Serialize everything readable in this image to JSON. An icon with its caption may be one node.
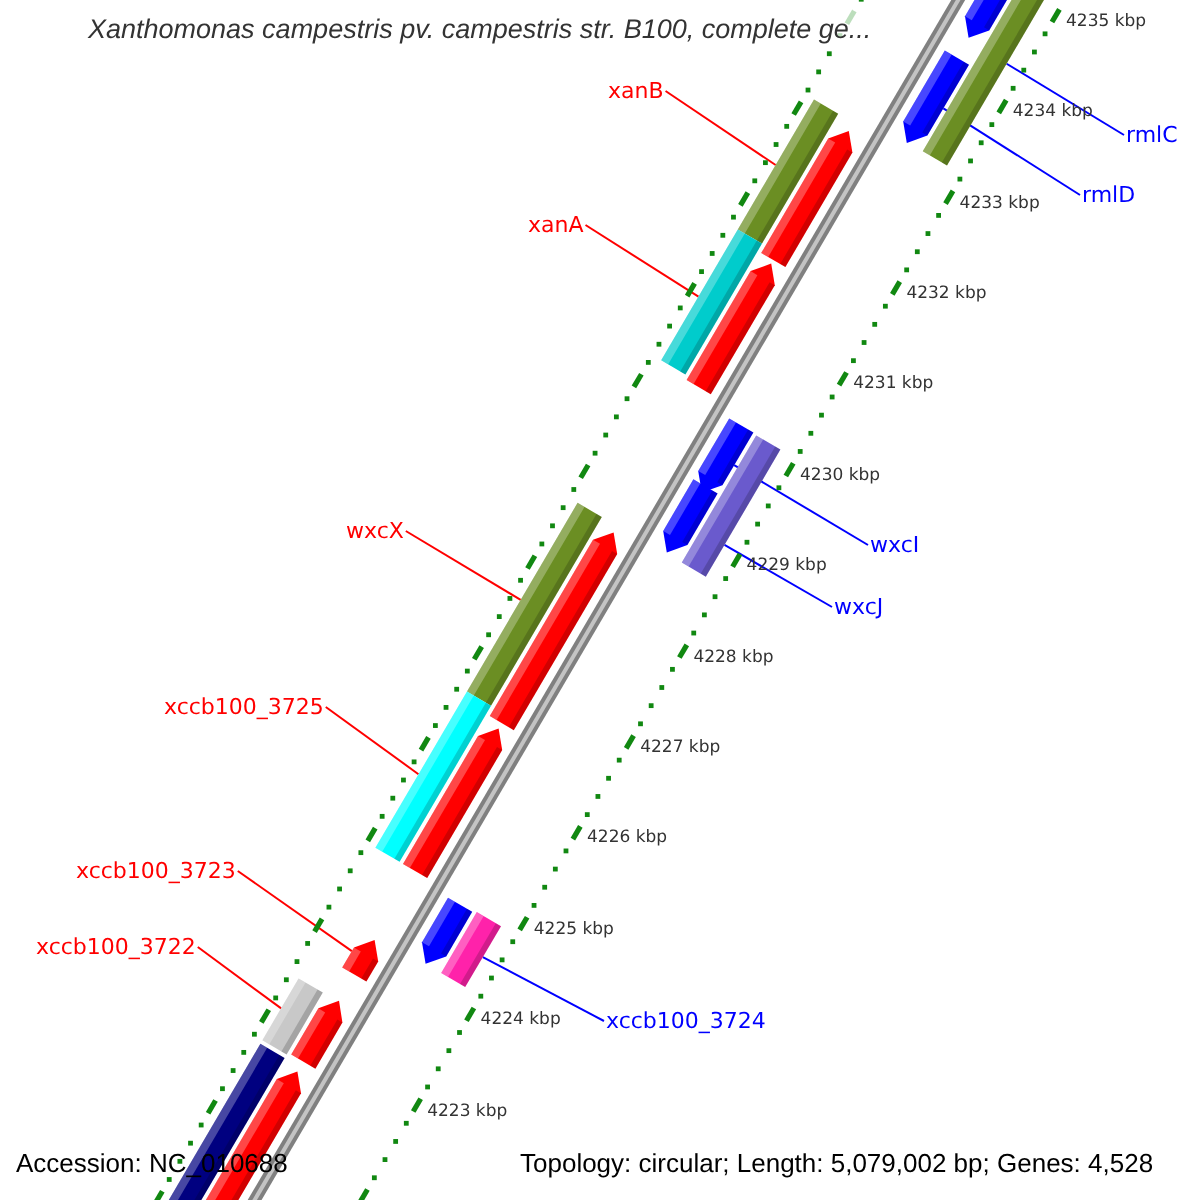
{
  "diagram": {
    "title": "Xanthomonas campestris pv. campestris str. B100, complete ge...",
    "nodes": [
      {
        "text": [
          "xanB"
        ]
      },
      {
        "text": [
          "rmlC"
        ]
      },
      {
        "text": [
          "rmlD"
        ]
      },
      {
        "text": [
          "xanA"
        ]
      },
      {
        "text": [
          "wxcX"
        ]
      },
      {
        "text": [
          "wxcI"
        ]
      },
      {
        "text": [
          "wxcJ"
        ]
      },
      {
        "text": [
          "xccb100_3725"
        ]
      },
      {
        "text": [
          "xccb100_3723"
        ]
      },
      {
        "text": [
          "xccb100_3722"
        ]
      },
      {
        "text": [
          "xccb100_3724"
        ]
      },
      {
        "text": [],
        "shape": "bar"
      },
      {
        "text": [],
        "shape": "bar"
      },
      {
        "text": [],
        "shape": "arrow"
      },
      {
        "text": [],
        "shape": "bar"
      },
      {
        "text": [],
        "shape": "arrow"
      },
      {
        "text": [],
        "shape": "bar"
      },
      {
        "text": [],
        "shape": "bar"
      },
      {
        "text": [],
        "shape": "bar"
      },
      {
        "text": [],
        "shape": "bar"
      },
      {
        "text": [],
        "shape": "arrow"
      },
      {
        "text": [],
        "shape": "bar"
      }
    ],
    "edges": [
      {
        "from": 0,
        "to": 12,
        "arrow": "none"
      },
      {
        "from": 1,
        "to": 11,
        "arrow": "none",
        "color": "#0000ff"
      },
      {
        "from": 2,
        "to": 13,
        "arrow": "none",
        "color": "#0000ff"
      },
      {
        "from": 3,
        "to": 14,
        "arrow": "none"
      },
      {
        "from": 4,
        "to": 17,
        "arrow": "none"
      },
      {
        "from": 5,
        "to": 15,
        "arrow": "none",
        "color": "#0000ff"
      },
      {
        "from": 6,
        "to": 16,
        "arrow": "none",
        "color": "#0000ff"
      },
      {
        "from": 7,
        "to": 18,
        "arrow": "none"
      },
      {
        "from": 8,
        "to": 20,
        "arrow": "none"
      },
      {
        "from": 9,
        "to": 21,
        "arrow": "none"
      },
      {
        "from": 10,
        "to": 19,
        "arrow": "none",
        "color": "#0000ff"
      }
    ],
    "labels": [
      "4235 kbp",
      "4234 kbp",
      "4233 kbp",
      "4232 kbp",
      "4231 kbp",
      "4230 kbp",
      "4229 kbp",
      "4228 kbp",
      "4227 kbp",
      "4226 kbp",
      "4225 kbp",
      "4224 kbp",
      "4223 kbp",
      "Accession: NC_010688",
      "Topology: circular; Length: 5,079,002 bp; Genes: 4,528"
    ]
  }
}
